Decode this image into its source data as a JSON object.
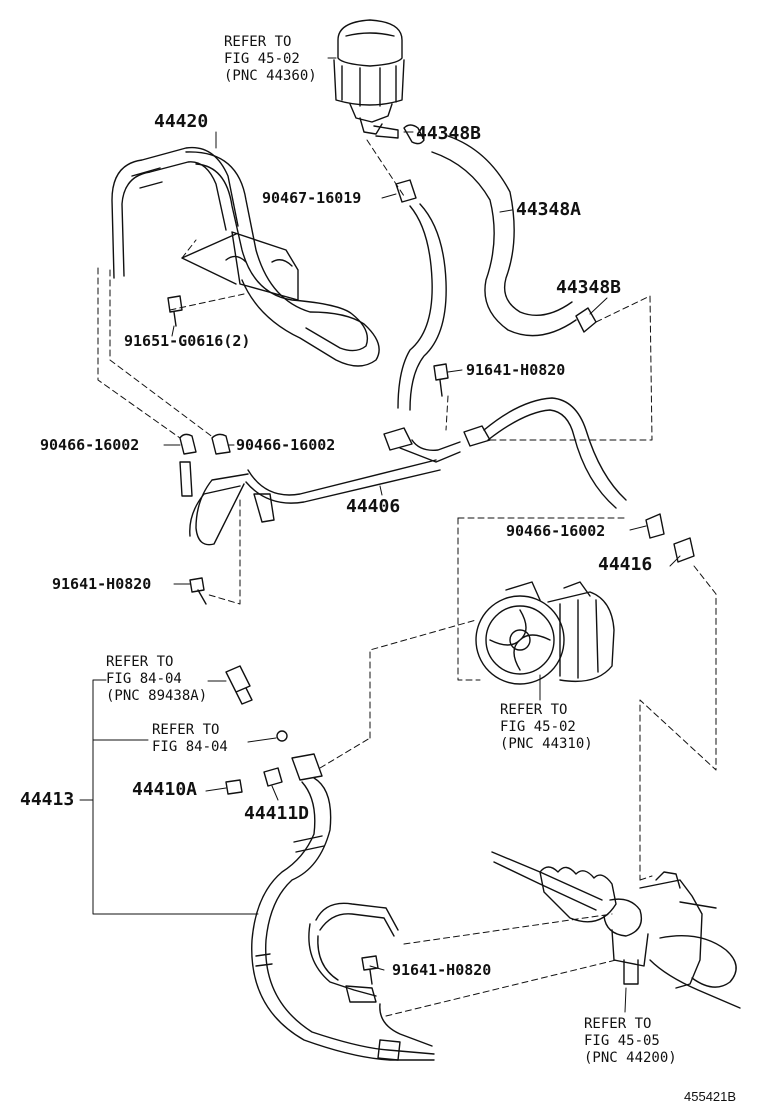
{
  "figure_id": "455421B",
  "labels": {
    "reservoir": [
      "REFER TO",
      "FIG 45-02",
      "(PNC 44360)"
    ],
    "p44420": "44420",
    "p44348b_top": "44348B",
    "p90467": "90467-16019",
    "p44348a": "44348A",
    "p91651": "91651-G0616(2)",
    "p44348b_mid": "44348B",
    "p91641_top": "91641-H0820",
    "p90466_left": "90466-16002",
    "p90466_mid": "90466-16002",
    "p44406": "44406",
    "p90466_right": "90466-16002",
    "p44416": "44416",
    "p91641_mid": "91641-H0820",
    "pump": [
      "REFER TO",
      "FIG 45-02",
      "(PNC 44310)"
    ],
    "switch": [
      "REFER TO",
      "FIG 84-04",
      "(PNC 89438A)"
    ],
    "oring": [
      "REFER TO",
      "FIG 84-04"
    ],
    "p44413": "44413",
    "p44410a": "44410A",
    "p44411d": "44411D",
    "p91641_bottom": "91641-H0820",
    "gear": [
      "REFER TO",
      "FIG 45-05",
      "(PNC 44200)"
    ]
  }
}
